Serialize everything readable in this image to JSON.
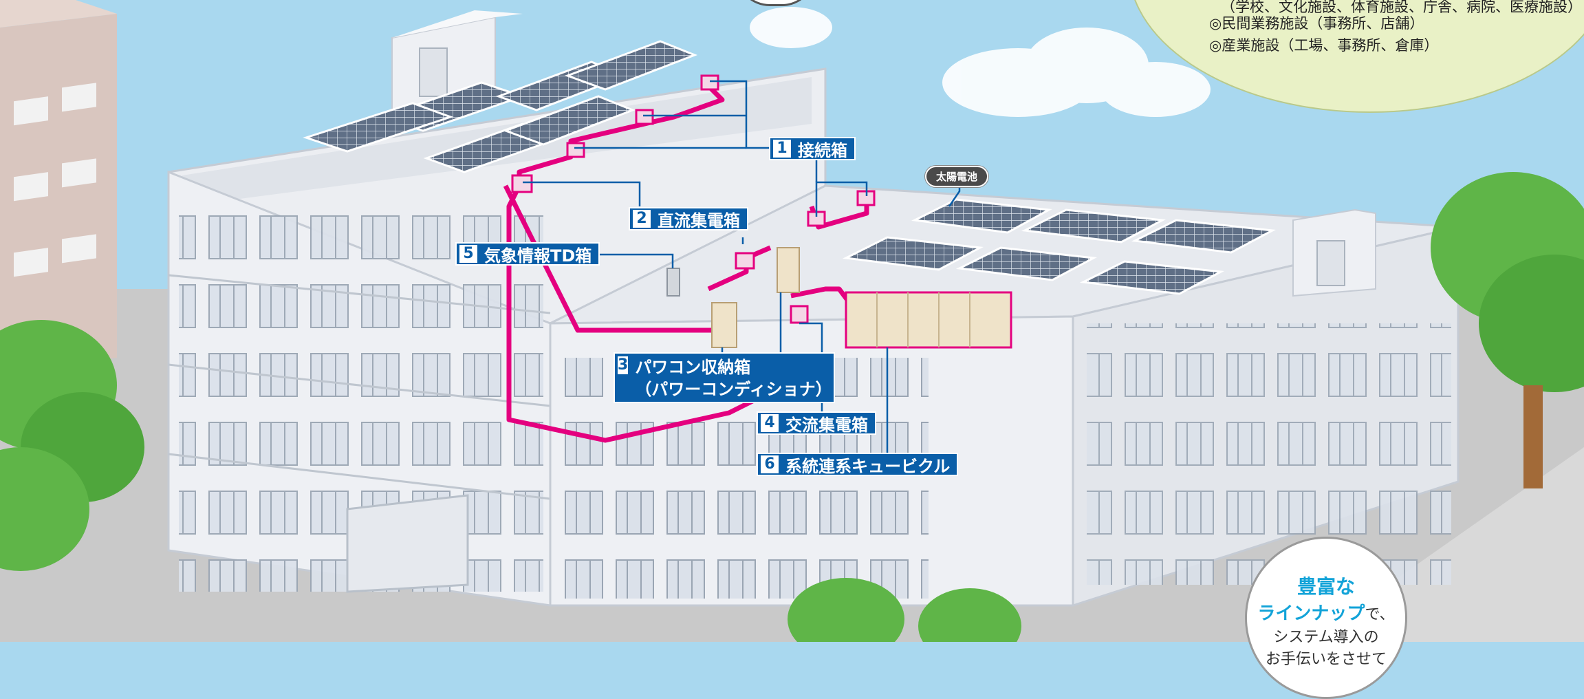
{
  "info": {
    "line1": "（学校、文化施設、体育施設、庁舎、病院、医療施設）",
    "line2": "◎民間業務施設（事務所、店舗）",
    "line3": "◎産業施設（工場、事務所、倉庫）"
  },
  "labels": {
    "junction": {
      "num": "1",
      "text": "接続箱"
    },
    "dc_collector": {
      "num": "2",
      "text": "直流集電箱"
    },
    "pcs": {
      "num": "3",
      "text": "パワコン収納箱",
      "sub": "（パワーコンディショナ）"
    },
    "ac_collector": {
      "num": "4",
      "text": "交流集電箱"
    },
    "weather": {
      "num": "5",
      "text": "気象情報TD箱"
    },
    "cubicle": {
      "num": "6",
      "text": "系統連系キュービクル"
    }
  },
  "solar_tag": "太陽電池",
  "badge": {
    "line1": "豊富な",
    "line2a": "ラインナップ",
    "line2b": "で、",
    "line3": "システム導入の",
    "line4": "お手伝いをさせて"
  },
  "colors": {
    "label_bg": "#0a5ea8",
    "cable": "#e4007f",
    "sky": "#a9d8ef"
  }
}
